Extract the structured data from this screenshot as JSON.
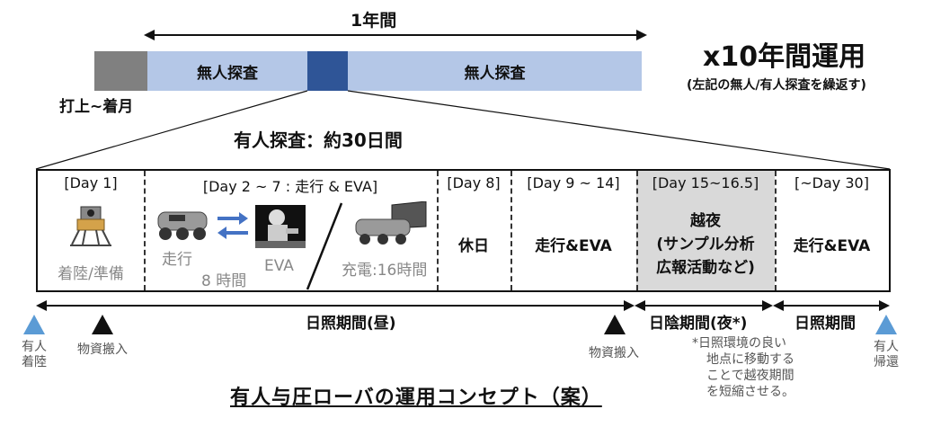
{
  "timeline": {
    "year_label": "1年間",
    "launch_label": "打上~着月",
    "unmanned_1": "無人探査",
    "unmanned_2": "無人探査",
    "right_title": "x10年間運用",
    "right_sub": "(左記の無人/有人探査を繰返す)",
    "colors": {
      "launch": "#808080",
      "unmanned": "#b4c7e7",
      "manned": "#2f5597"
    }
  },
  "manned_title": "有人探査：約30日間",
  "columns": [
    {
      "head": "[Day 1]",
      "body": "着陸/準備"
    },
    {
      "head": "[Day 2 ~ 7 : 走行 & EVA]",
      "drive": "走行",
      "drive_hours": "8 時間",
      "eva": "EVA",
      "charge": "充電:16時間"
    },
    {
      "head": "[Day 8]",
      "body": "休日"
    },
    {
      "head": "[Day 9 ~ 14]",
      "body": "走行&EVA"
    },
    {
      "head": "[Day 15~16.5]",
      "body_lines": [
        "越夜",
        "(サンプル分析",
        "広報活動など)"
      ]
    },
    {
      "head": "[~Day 30]",
      "body": "走行&EVA"
    }
  ],
  "periods": {
    "day_1": "日照期間(昼)",
    "night": "日陰期間(夜*)",
    "day_2": "日照期間"
  },
  "markers": {
    "crew_landing": [
      "有人",
      "着陸"
    ],
    "cargo_1": "物資搬入",
    "cargo_2": "物資搬入",
    "crew_return": [
      "有人",
      "帰還"
    ]
  },
  "footnote": [
    "*日照環境の良い",
    "地点に移動する",
    "ことで越夜期間",
    "を短縮させる。"
  ],
  "caption": "有人与圧ローバの運用コンセプト（案）",
  "icons": [
    "lunar-lander-icon",
    "rover-icon",
    "arrows-exchange-icon",
    "astronaut-eva-icon",
    "rover-solar-icon"
  ]
}
